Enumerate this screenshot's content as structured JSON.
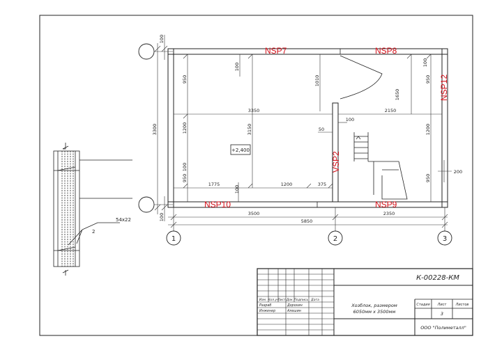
{
  "drawing": {
    "panels": {
      "nsp7": "NSP7",
      "nsp8": "NSP8",
      "nsp12": "NSP12",
      "nsp10": "NSP10",
      "nsp9": "NSP9",
      "vsp2": "VSP2"
    },
    "elevation_mark": "+2,400",
    "dims_horizontal": {
      "d3350": "3350",
      "d2150": "2150",
      "d1775": "1775",
      "d1200": "1200",
      "d375": "375",
      "d3500": "3500",
      "d2350": "2350",
      "d5850": "5850",
      "d100_a": "100",
      "d50": "50"
    },
    "dims_vertical": {
      "d3300": "3300",
      "d100_top": "100",
      "d100_bot": "100",
      "d950_a": "950",
      "d1200_a": "1200",
      "d100_b": "100",
      "d950_b": "950",
      "d100_c": "100",
      "d3150": "3150",
      "d1010": "1010",
      "d1650": "1650",
      "d950_c": "950",
      "d1200_b": "1200",
      "d950_d": "950",
      "d100_d": "100",
      "d100_e": "100",
      "d200": "200"
    },
    "axes": {
      "a1": "1",
      "a2": "2",
      "a3": "3"
    },
    "node": {
      "profile": "54x22",
      "mark": "2"
    }
  },
  "title_block": {
    "code": "К-00228-КМ",
    "header_cells": [
      "Изм.",
      "Кол.уч",
      "Лист",
      "Док.",
      "Подпись",
      "Дата"
    ],
    "role_1": "Разраб",
    "name_1": "Дорохин",
    "role_2": "Инженер",
    "name_2": "Алешин",
    "name_line1": "Хозблок, размером",
    "name_line2": "6050мм х 3500мм",
    "col_stage": "Стадия",
    "col_sheet": "Лист",
    "col_sheets": "Листов",
    "sheet_num": "3",
    "company": "ООО \"Полиметалл\""
  },
  "colors": {
    "panel_label": "#d4101a",
    "line": "#222222"
  }
}
